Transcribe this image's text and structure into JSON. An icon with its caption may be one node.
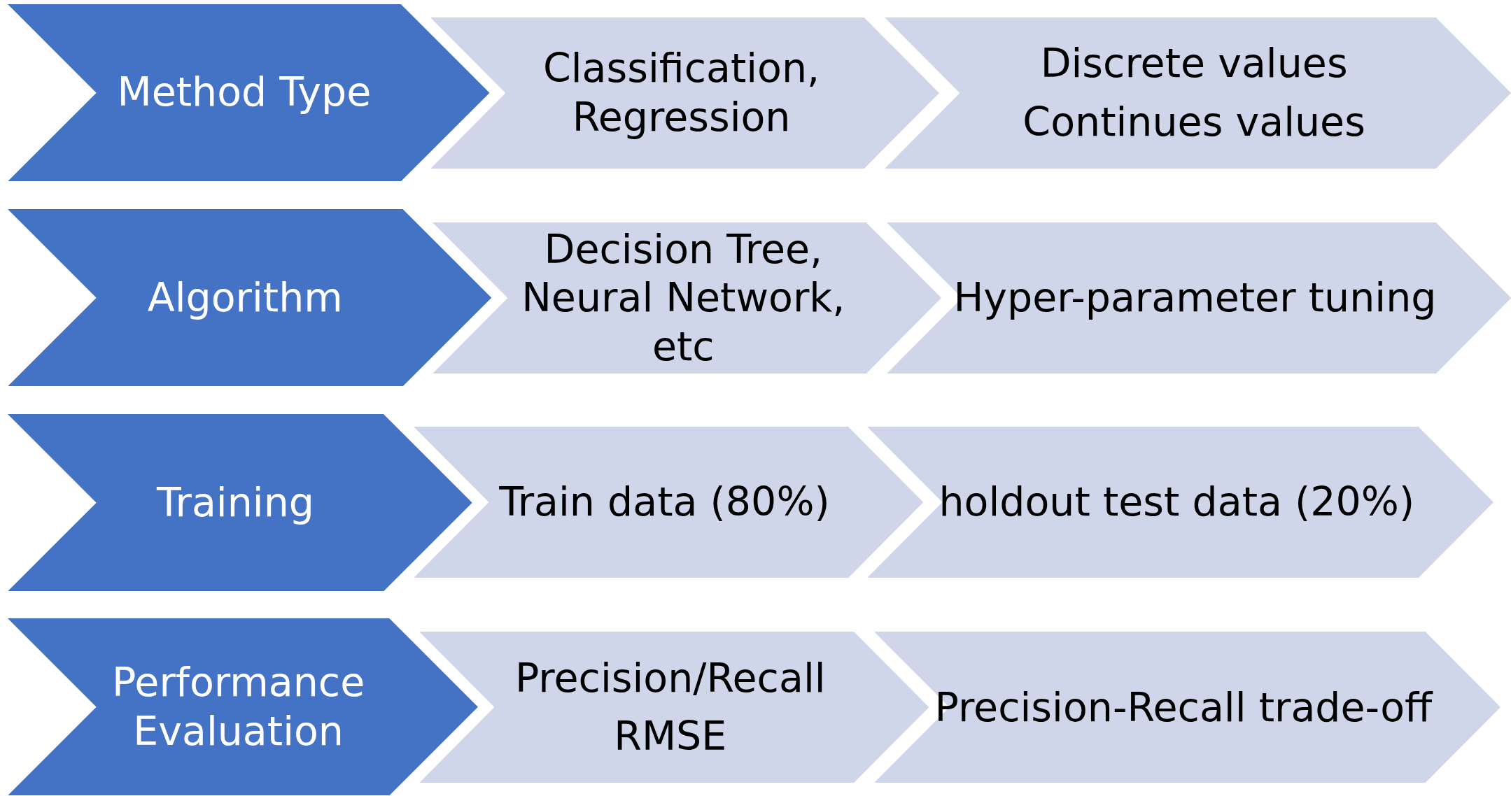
{
  "diagram": {
    "nodes": [
      {
        "text": [
          "Method Type"
        ]
      },
      {
        "text": [
          "Classification, Regression"
        ]
      },
      {
        "text": [
          "Discrete values",
          "Continues values"
        ]
      },
      {
        "text": [
          "Algorithm"
        ]
      },
      {
        "text": [
          "Decision Tree, Neural Network, etc"
        ]
      },
      {
        "text": [
          "Hyper-parameter tuning"
        ]
      },
      {
        "text": [
          "Training"
        ]
      },
      {
        "text": [
          "Train data (80%)"
        ]
      },
      {
        "text": [
          "holdout test data (20%)"
        ]
      },
      {
        "text": [
          "Performance Evaluation"
        ]
      },
      {
        "text": [
          "Precision/Recall",
          "RMSE"
        ]
      },
      {
        "text": [
          "Precision-Recall trade-off"
        ]
      }
    ]
  }
}
